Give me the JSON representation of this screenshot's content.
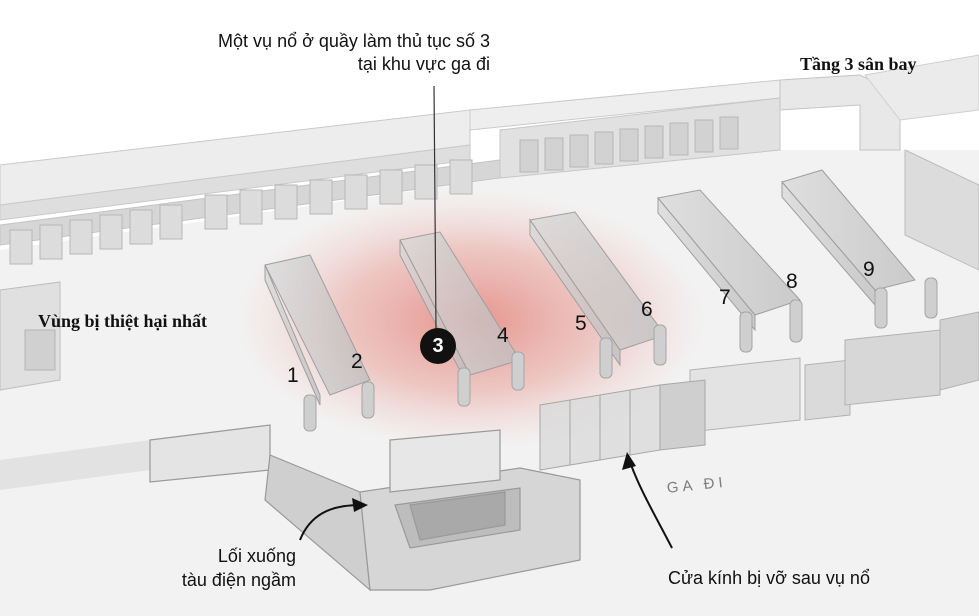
{
  "title": "Tầng 3 sân bay",
  "callout": {
    "line1": "Một vụ nổ ở quầy làm thủ tục số 3",
    "line2": "tại khu vực ga đi"
  },
  "zone_label": "Vùng bị thiệt hại nhất",
  "highlighted_counter": "3",
  "counters": [
    "1",
    "2",
    "4",
    "5",
    "6",
    "7",
    "8",
    "9"
  ],
  "metro_label": {
    "line1": "Lối xuống",
    "line2": "tàu điện ngầm"
  },
  "glass_label": "Cửa kính bị vỡ sau vụ nổ",
  "terminal_label": "GA ĐI",
  "colors": {
    "blast": "#e5827a",
    "building": "#e4e4e4",
    "outline": "#9a9a9a",
    "text": "#111111"
  }
}
